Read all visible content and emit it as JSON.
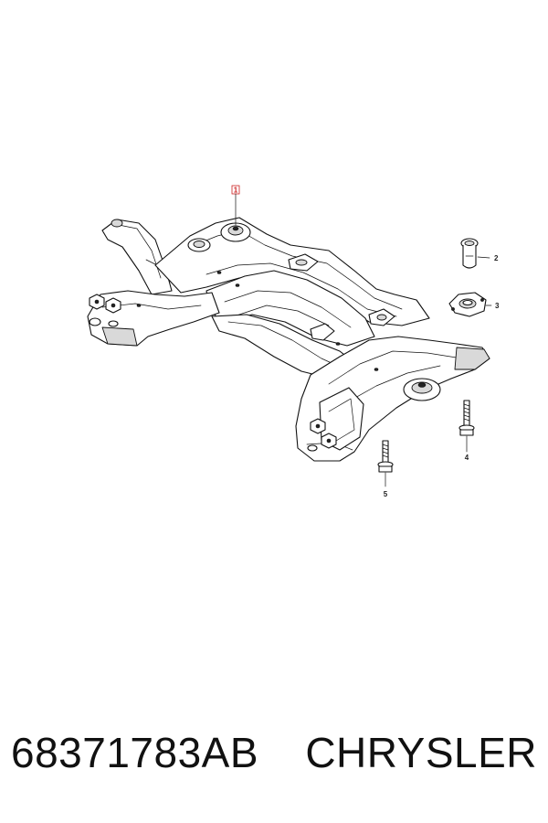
{
  "callouts": {
    "c1": "1",
    "c2": "2",
    "c3": "3",
    "c4": "4",
    "c5": "5"
  },
  "footer": {
    "part_number": "68371783AB",
    "brand": "CHRYSLER"
  }
}
